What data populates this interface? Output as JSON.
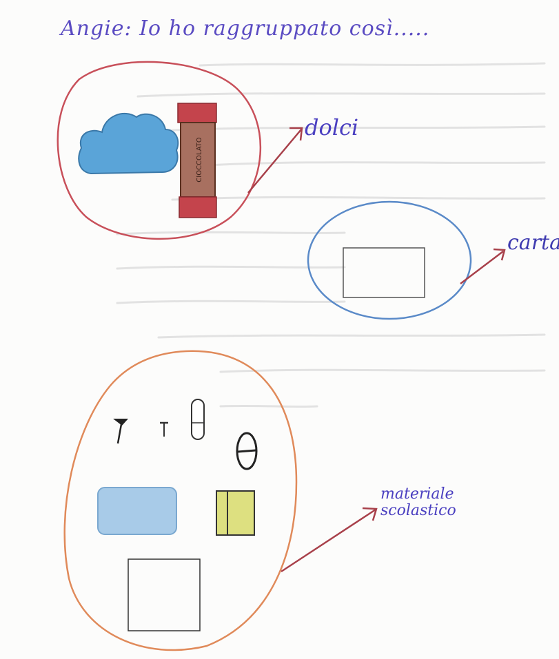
{
  "title": "Angie: Io ho raggruppato così.....",
  "groups": [
    {
      "label": "dolci",
      "items": [
        "cloud-shaped sweet",
        "chocolate bar"
      ],
      "wrapper_text": "CIOCCOLATO",
      "outline_color": "#c8505a"
    },
    {
      "label": "carta",
      "items": [
        "sheet of paper"
      ],
      "outline_color": "#5a8ac8"
    },
    {
      "label_lines": [
        "materiale",
        "scolastico"
      ],
      "items": [
        "pin",
        "small pin",
        "eraser",
        "ring",
        "blue eraser",
        "yellow sticky note",
        "square paper"
      ],
      "outline_color": "#e08a5a"
    }
  ],
  "colors": {
    "ink": "#4a3fc0",
    "arrow": "#a8404a",
    "background_text": "#d8d8d8"
  }
}
